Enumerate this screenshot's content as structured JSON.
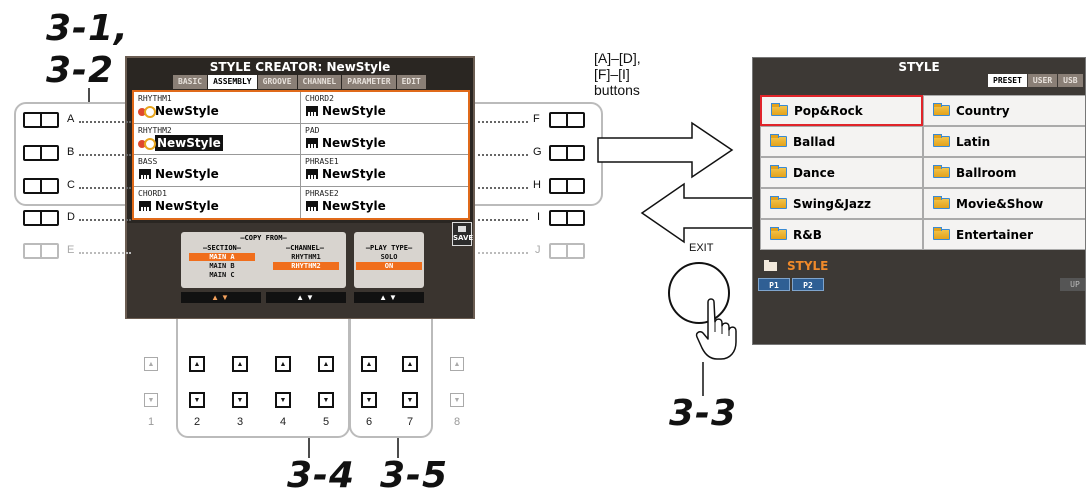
{
  "callouts": {
    "steps_1_2_line1": "3-1,",
    "steps_1_2_line2": "3-2",
    "step_3": "3-3",
    "step_4": "3-4",
    "step_5": "3-5"
  },
  "style_creator": {
    "title": "STYLE CREATOR: NewStyle",
    "tabs": [
      "BASIC",
      "ASSEMBLY",
      "GROOVE",
      "CHANNEL",
      "PARAMETER",
      "EDIT"
    ],
    "active_tab": "ASSEMBLY",
    "channels": [
      {
        "name": "RHYTHM1",
        "style": "NewStyle",
        "icon": "drum-icon"
      },
      {
        "name": "CHORD2",
        "style": "NewStyle",
        "icon": "keyboard-icon"
      },
      {
        "name": "RHYTHM2",
        "style": "NewStyle",
        "icon": "drum-icon",
        "selected": true
      },
      {
        "name": "PAD",
        "style": "NewStyle",
        "icon": "keyboard-icon"
      },
      {
        "name": "BASS",
        "style": "NewStyle",
        "icon": "keyboard-icon"
      },
      {
        "name": "PHRASE1",
        "style": "NewStyle",
        "icon": "keyboard-icon"
      },
      {
        "name": "CHORD1",
        "style": "NewStyle",
        "icon": "keyboard-icon"
      },
      {
        "name": "PHRASE2",
        "style": "NewStyle",
        "icon": "keyboard-icon"
      }
    ],
    "copy_from": {
      "header": "COPY FROM",
      "section_label": "SECTION",
      "sections": [
        "MAIN A",
        "MAIN B",
        "MAIN C"
      ],
      "selected_section": "MAIN A",
      "channel_label": "CHANNEL",
      "channels": [
        "RHYTHM1",
        "RHYTHM2"
      ],
      "selected_channel": "RHYTHM2"
    },
    "play_type": {
      "header": "PLAY TYPE",
      "value": "SOLO",
      "state": "ON"
    },
    "save_label": "SAVE",
    "arrow_glyph": "▲▼"
  },
  "side_buttons": {
    "left": [
      "A",
      "B",
      "C",
      "D",
      "E"
    ],
    "right": [
      "F",
      "G",
      "H",
      "I",
      "J"
    ]
  },
  "number_buttons": [
    "1",
    "2",
    "3",
    "4",
    "5",
    "6",
    "7",
    "8"
  ],
  "caption": {
    "line1": "[A]–[D],",
    "line2": "[F]–[I]",
    "line3": "buttons"
  },
  "exit_label": "EXIT",
  "style_screen": {
    "title": "STYLE",
    "tabs": [
      "PRESET",
      "USER",
      "USB"
    ],
    "active_tab": "PRESET",
    "categories": [
      "Pop&Rock",
      "Country",
      "Ballad",
      "Latin",
      "Dance",
      "Ballroom",
      "Swing&Jazz",
      "Movie&Show",
      "R&B",
      "Entertainer"
    ],
    "selected_category": "Pop&Rock",
    "path": "STYLE",
    "pages": [
      "P1",
      "P2"
    ],
    "up_label": "UP"
  },
  "colors": {
    "accent_orange": "#f06e1c",
    "selection_red": "#e0242a",
    "lcd_bg": "#2a2622"
  }
}
